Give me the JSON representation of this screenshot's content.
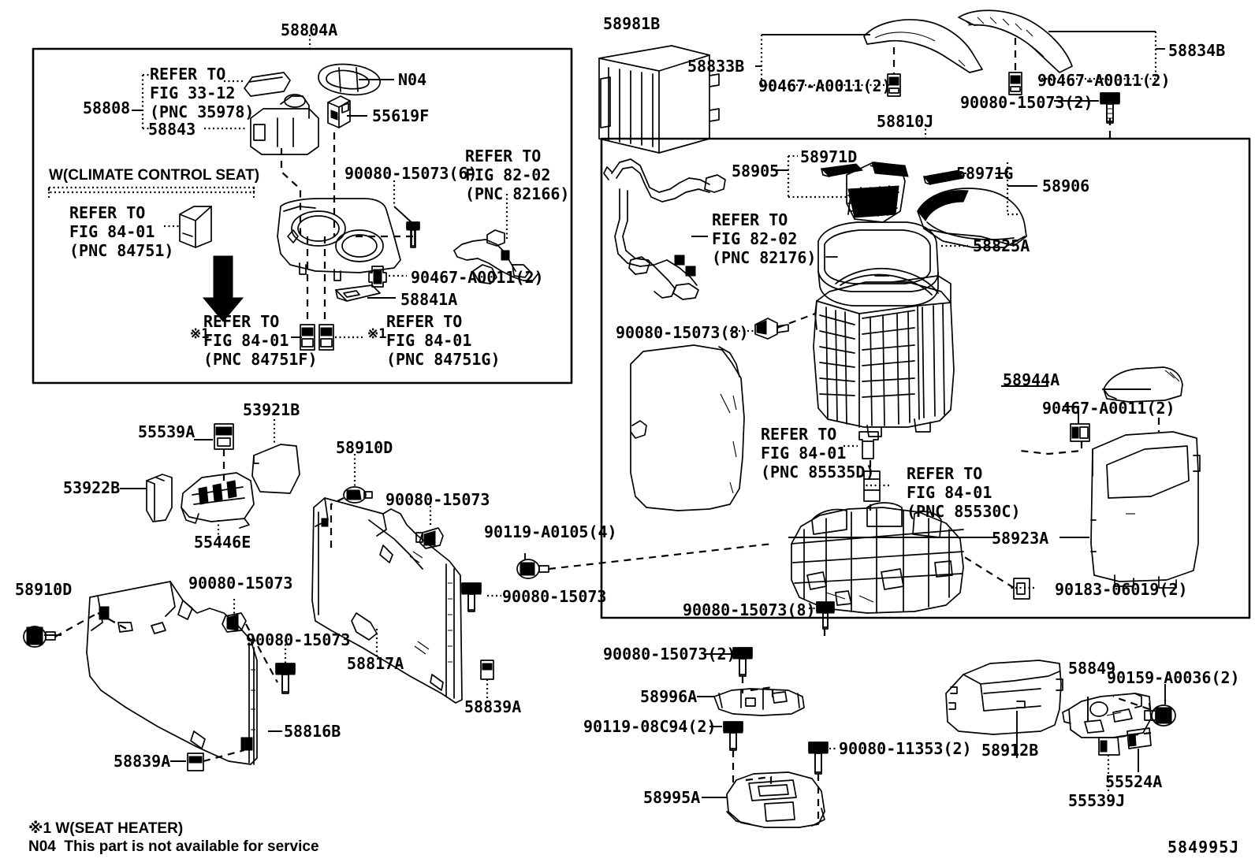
{
  "diagram": {
    "figure_code": "584995J",
    "footnotes": [
      "※1 W(SEAT HEATER)",
      "N04  This part is not available for service"
    ]
  },
  "group_console_upper": {
    "title": "58804A",
    "labels": {
      "l58808": "58808",
      "refer_3312": "REFER TO\nFIG 33-12\n(PNC 35978)",
      "l58843": "58843",
      "n04": "N04",
      "l55619f": "55619F",
      "climate_header": "W(CLIMATE CONTROL SEAT)",
      "refer_8401_84751": "REFER TO\nFIG 84-01\n(PNC 84751)",
      "bolt_6": "90080-15073(6)",
      "refer_8202_82166": "REFER TO\nFIG 82-02\n(PNC 82166)",
      "clip_2": "90467-A0011(2)",
      "l58841a": "58841A",
      "refer_8401_84751f": "REFER TO\nFIG 84-01\n(PNC 84751F)",
      "refer_8401_84751g": "REFER TO\nFIG 84-01\n(PNC 84751G)",
      "mark1_a": "※1",
      "mark1_b": "※1"
    }
  },
  "group_top_right": {
    "l58981b": "58981B",
    "l58833b": "58833B",
    "clip_left": "90467-A0011(2)",
    "l58834b": "58834B",
    "clip_right": "90467-A0011(2)",
    "bolt_2": "90080-15073(2)"
  },
  "group_console_box": {
    "title": "58810J",
    "labels": {
      "l58905": "58905",
      "l58971d": "58971D",
      "l58971g": "58971G",
      "l58906": "58906",
      "l58825a": "58825A",
      "refer_8202_82176": "REFER TO\nFIG 82-02\n(PNC 82176)",
      "bolt_8_upper": "90080-15073(8)",
      "refer_8401_85535d": "REFER TO\nFIG 84-01\n(PNC 85535D)",
      "refer_8401_85530c": "REFER TO\nFIG 84-01\n(PNC 85530C)",
      "l58944a": "58944A",
      "clip_2": "90467-A0011(2)",
      "l58923a": "58923A",
      "clip_90183": "90183-06019(2)",
      "bolt_8_lower": "90080-15073(8)"
    }
  },
  "group_lower_left": {
    "l55539a": "55539A",
    "l53921b": "53921B",
    "l53922b": "53922B",
    "l55446e": "55446E",
    "l58910d_mid": "58910D",
    "bolt_a": "90080-15073",
    "l90119_a0105": "90119-A0105(4)",
    "bolt_b": "90080-15073",
    "l58817a": "58817A",
    "l58839a_right": "58839A",
    "l58910d_left": "58910D",
    "bolt_c": "90080-15073",
    "bolt_d": "90080-15073",
    "l58816b": "58816B",
    "l58839a_bottom": "58839A"
  },
  "group_brackets": {
    "bolt_15073_2": "90080-15073(2)",
    "l58996a": "58996A",
    "bolt_08c94_2": "90119-08C94(2)",
    "bolt_11353_2": "90080-11353(2)",
    "l58995a": "58995A"
  },
  "group_rear": {
    "l58912b": "58912B",
    "l58849": "58849",
    "l90159_a0036": "90159-A0036(2)",
    "l55524a": "55524A",
    "l55539j": "55539J"
  }
}
